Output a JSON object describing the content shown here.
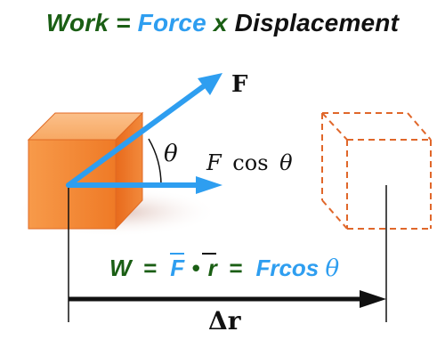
{
  "title": {
    "work": "Work",
    "eq": "=",
    "force": "Force",
    "times": "x",
    "displacement": "Displacement"
  },
  "labels": {
    "force_vector": "F",
    "angle": "θ",
    "component_F": "F",
    "component_cos": "cos",
    "component_theta": "θ",
    "displacement": "Δr"
  },
  "formula": {
    "W": "W",
    "eq1": "=",
    "F": "F",
    "dot": "•",
    "r": "r",
    "eq2": "=",
    "Frcos": "Frcos",
    "theta": "θ"
  },
  "colors": {
    "dark_green": "#1a5e14",
    "blue": "#2e9ef0",
    "box_orange": "#f07c2a",
    "box_outline": "#e0672a"
  }
}
